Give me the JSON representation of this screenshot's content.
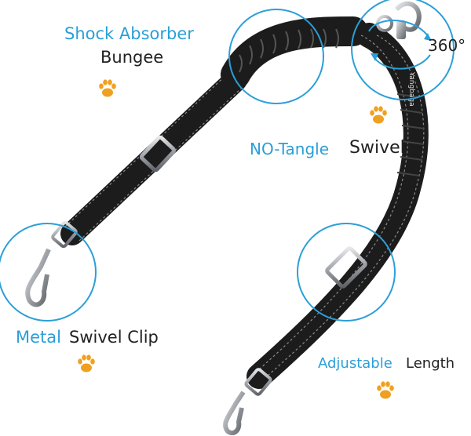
{
  "labels": {
    "shock_absorber": "Shock Absorber",
    "bungee": "Bungee",
    "no_tangle": "NO-Tangle",
    "swivel": "Swivel",
    "metal": "Metal",
    "swivel_clip": "Swivel Clip",
    "adjustable": "Adjustable",
    "length": "Length",
    "degrees": "360°",
    "brand_stamp": "Yangbaga"
  },
  "colors": {
    "accent_blue": "#2b9fd8",
    "text_dark": "#222222",
    "paw_orange": "#f0a020",
    "leash_black": "#1c1c1c",
    "reflective_stripe": "#8a8a8a",
    "metal": "#b9bcc0"
  },
  "icons": [
    "paw-icon",
    "paw-icon",
    "paw-icon",
    "paw-icon",
    "rotation-arrows-icon"
  ]
}
